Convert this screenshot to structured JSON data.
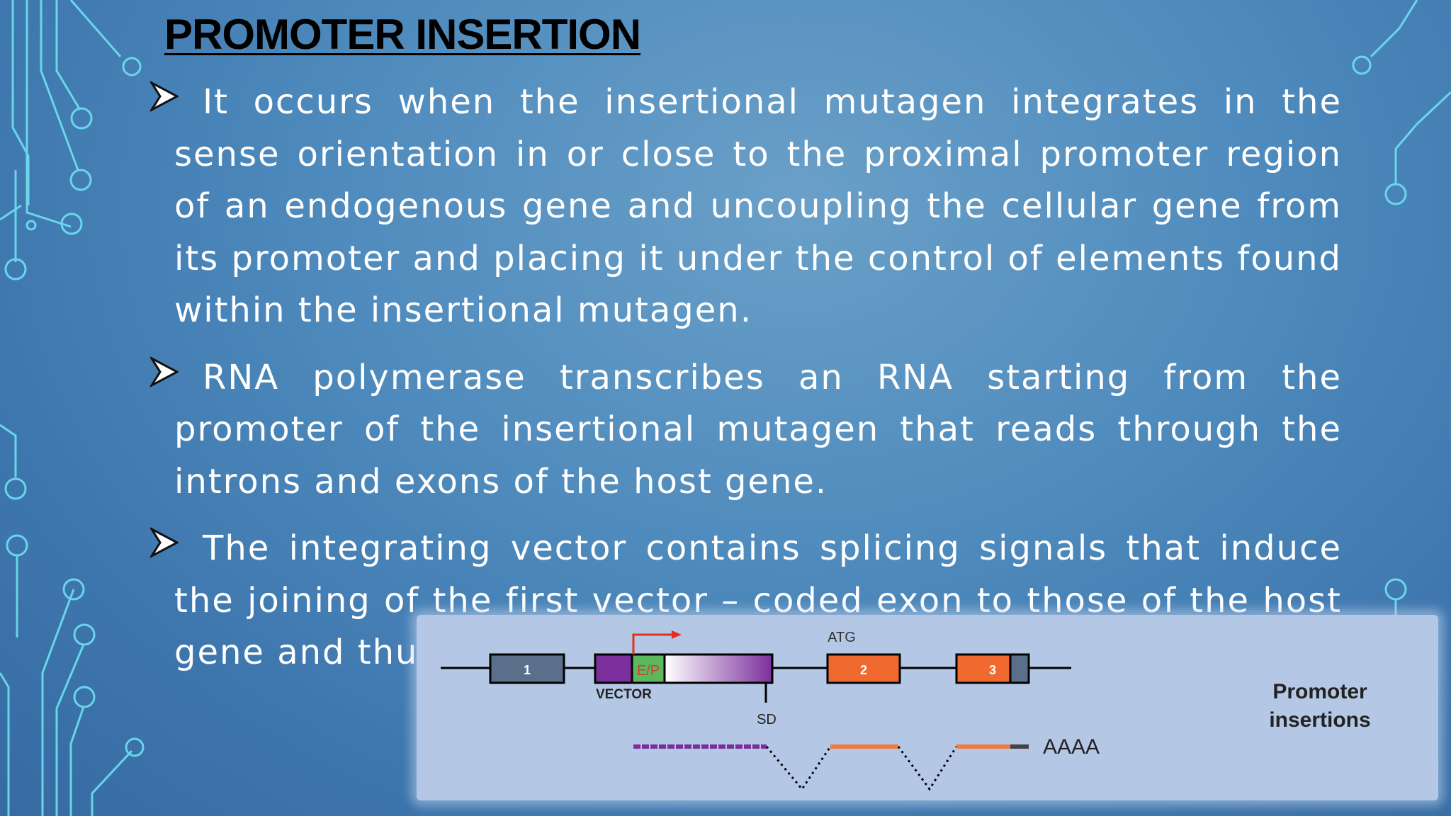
{
  "slide": {
    "title": "PROMOTER INSERTION",
    "bullets": [
      {
        "text": "It occurs when the insertional mutagen integrates in the sense orientation in or close to the proximal promoter region of an endogenous gene and uncoupling the cellular gene from its promoter and placing it under the control of elements found within the insertional mutagen."
      },
      {
        "text": "RNA polymerase transcribes an RNA starting from the promoter of the insertional mutagen that reads through the introns and exons of the host gene."
      },
      {
        "text": "The integrating vector contains splicing signals that induce the joining of the first vector – coded exon to those of the host gene and thus, can give rise to chimeric transcripts."
      }
    ],
    "bullet_icon": "arrow-bullet-icon"
  },
  "figure": {
    "exon_labels": [
      "1",
      "2",
      "3"
    ],
    "promoter_label": "E/P",
    "vector_label": "VECTOR",
    "atg_label": "ATG",
    "sd_label": "SD",
    "polya_label": "AAAA",
    "caption_line1": "Promoter",
    "caption_line2": "insertions",
    "colors": {
      "exon1": "#5a6f8a",
      "vector": "#7b2f9c",
      "promoter_box": "#5cb85c",
      "promoter_text": "#d04030",
      "host_exon": "#f06a30",
      "arrow": "#e0301e"
    }
  }
}
